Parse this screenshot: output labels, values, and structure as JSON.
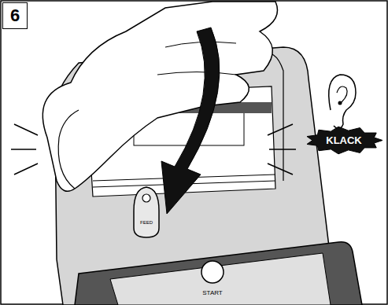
{
  "diagram": {
    "nodes": [
      {
        "text": [
          "6"
        ]
      },
      {
        "text": [
          "FEED"
        ]
      },
      {
        "text": [
          "KLACK"
        ]
      }
    ],
    "labels": [
      "START"
    ]
  }
}
